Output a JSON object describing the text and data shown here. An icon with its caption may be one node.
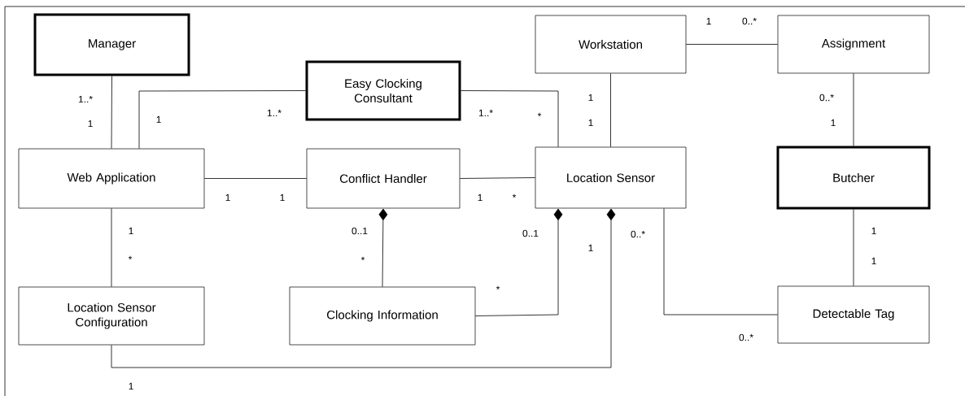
{
  "diagram": {
    "nodes": [
      {
        "text": [
          "Manager"
        ]
      },
      {
        "text": [
          "Easy Clocking Consultant"
        ]
      },
      {
        "text": [
          "Workstation"
        ]
      },
      {
        "text": [
          "Assignment"
        ]
      },
      {
        "text": [
          "Web Application"
        ]
      },
      {
        "text": [
          "Conflict Handler"
        ]
      },
      {
        "text": [
          "Location Sensor"
        ]
      },
      {
        "text": [
          "Butcher"
        ]
      },
      {
        "text": [
          "Location Sensor Configuration"
        ]
      },
      {
        "text": [
          "Clocking Information"
        ]
      },
      {
        "text": [
          "Detectable Tag"
        ]
      }
    ],
    "edges": [
      {
        "from": 0,
        "to": 4,
        "arrow": "none"
      },
      {
        "from": 1,
        "to": 4,
        "arrow": "none"
      },
      {
        "from": 1,
        "to": 6,
        "arrow": "none"
      },
      {
        "from": 4,
        "to": 5,
        "arrow": "none"
      },
      {
        "from": 5,
        "to": 6,
        "arrow": "none"
      },
      {
        "from": 2,
        "to": 3,
        "arrow": "none"
      },
      {
        "from": 2,
        "to": 6,
        "arrow": "none"
      },
      {
        "from": 3,
        "to": 7,
        "arrow": "none"
      },
      {
        "from": 4,
        "to": 8,
        "arrow": "none"
      },
      {
        "from": 5,
        "to": 9,
        "arrow": "other"
      },
      {
        "from": 6,
        "to": 9,
        "arrow": "other"
      },
      {
        "from": 6,
        "to": 8,
        "arrow": "other"
      },
      {
        "from": 6,
        "to": 10,
        "arrow": "none"
      },
      {
        "from": 7,
        "to": 10,
        "arrow": "none"
      }
    ],
    "labels": [
      "1",
      "0..*",
      "1..*",
      "1",
      "0..*",
      "1..*",
      "1..*",
      "1",
      "*",
      "1",
      "1",
      "1",
      "1",
      "1",
      "1",
      "*",
      "1",
      "0..1",
      "0..1",
      "0..*",
      "1",
      "1",
      "*",
      "*",
      "1",
      "*",
      "0..*",
      "1"
    ]
  }
}
